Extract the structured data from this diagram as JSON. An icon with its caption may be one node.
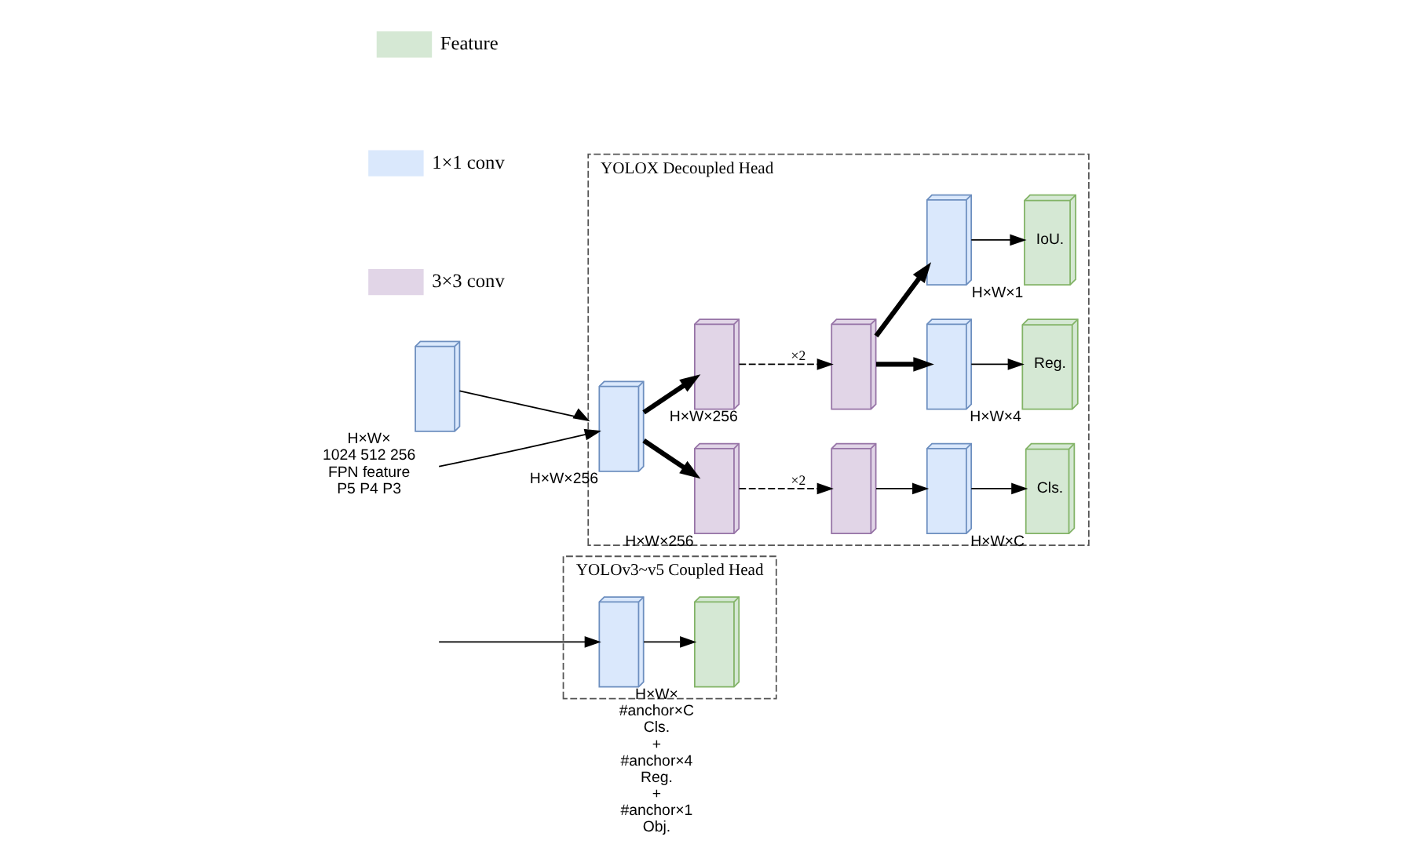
{
  "diagram": {
    "nodes": [
      {
        "text": [
          "YOLOv3~v5 Coupled Head"
        ]
      },
      {
        "text": [],
        "shape": "box",
        "in": 0
      },
      {
        "text": [],
        "shape": "box",
        "in": 0,
        "beside": [
          "H×W×",
          "#anchor×C",
          "Cls.",
          "+",
          "#anchor×4",
          "Reg.",
          "+",
          "#anchor×1",
          "Obj."
        ]
      },
      {
        "text": [],
        "shape": "box",
        "beside": [
          "H×W×",
          "1024 512 256",
          "FPN feature",
          "P5 P4 P3"
        ]
      },
      {
        "text": [
          "YOLOX Decoupled Head"
        ]
      },
      {
        "text": [],
        "shape": "box",
        "in": 4,
        "beside": [
          "H×W×256"
        ]
      },
      {
        "text": [],
        "shape": "box",
        "in": 4,
        "beside": [
          "H×W×256"
        ]
      },
      {
        "text": [],
        "shape": "box",
        "in": 4
      },
      {
        "text": [],
        "shape": "box",
        "in": 4,
        "beside": [
          "H×W×256"
        ]
      },
      {
        "text": [],
        "shape": "box",
        "in": 4
      },
      {
        "text": [],
        "shape": "box",
        "in": 4
      },
      {
        "text": [
          "Cls."
        ],
        "in": 4,
        "beside": [
          "H×W×C"
        ]
      },
      {
        "text": [],
        "shape": "box",
        "in": 4
      },
      {
        "text": [
          "Reg."
        ],
        "in": 4,
        "beside": [
          "H×W×4"
        ]
      },
      {
        "text": [],
        "shape": "box",
        "in": 4
      },
      {
        "text": [
          "IoU."
        ],
        "in": 4,
        "beside": [
          "H×W×1"
        ]
      }
    ],
    "edges": [
      {
        "from": null,
        "to": 1,
        "arrow": "to"
      },
      {
        "from": 1,
        "to": 2,
        "arrow": "to"
      },
      {
        "from": 3,
        "to": 4,
        "arrow": "to"
      },
      {
        "from": null,
        "to": 5,
        "arrow": "to"
      },
      {
        "from": 5,
        "to": 6,
        "arrow": "to",
        "style": "thick"
      },
      {
        "from": 5,
        "to": 8,
        "arrow": "to",
        "style": "thick"
      },
      {
        "from": 6,
        "to": 7,
        "arrow": "to",
        "style": "dashed",
        "label": "×2"
      },
      {
        "from": 8,
        "to": 9,
        "arrow": "to",
        "style": "dashed",
        "label": "×2"
      },
      {
        "from": 7,
        "to": 10,
        "arrow": "to"
      },
      {
        "from": 9,
        "to": 12,
        "arrow": "to",
        "style": "thick"
      },
      {
        "from": 9,
        "to": 14,
        "arrow": "to",
        "style": "thick"
      },
      {
        "from": 10,
        "to": 11,
        "arrow": "to"
      },
      {
        "from": 12,
        "to": 13,
        "arrow": "to"
      },
      {
        "from": 14,
        "to": 15,
        "arrow": "to"
      }
    ],
    "legend": [
      {
        "text": "Feature",
        "color": "#d5e8d4"
      },
      {
        "text": "1×1 conv",
        "color": "#dae8fc"
      },
      {
        "text": "3×3 conv",
        "color": "#e1d5e7"
      }
    ]
  }
}
